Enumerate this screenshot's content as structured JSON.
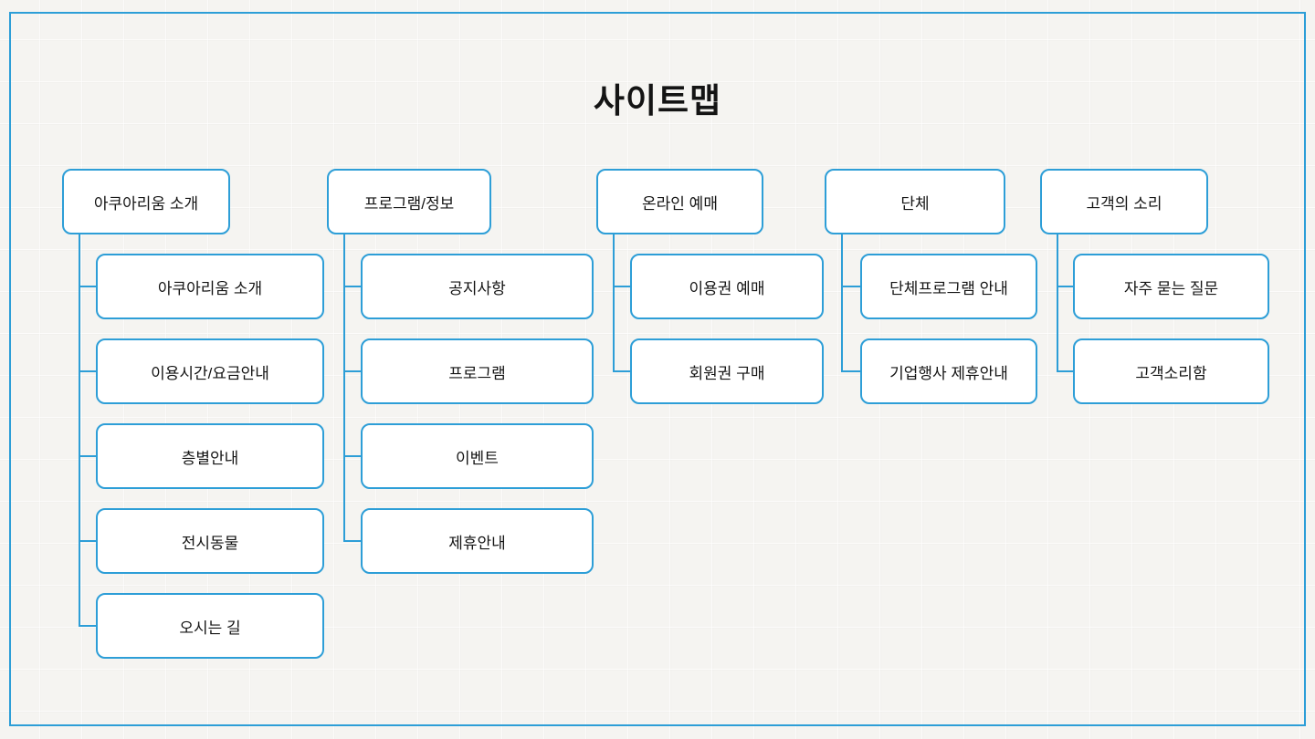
{
  "page": {
    "title": "사이트맵"
  },
  "theme": {
    "accent_blue": "#2d9ed7",
    "canvas_bg": "#f5f4f1",
    "box_bg": "#ffffff",
    "text_color": "#141414"
  },
  "sitemap": {
    "columns": [
      {
        "parent": "아쿠아리움 소개",
        "children": [
          "아쿠아리움 소개",
          "이용시간/요금안내",
          "층별안내",
          "전시동물",
          "오시는 길"
        ]
      },
      {
        "parent": "프로그램/정보",
        "children": [
          "공지사항",
          "프로그램",
          "이벤트",
          "제휴안내"
        ]
      },
      {
        "parent": "온라인 예매",
        "children": [
          "이용권 예매",
          "회원권 구매"
        ]
      },
      {
        "parent": "단체",
        "children": [
          "단체프로그램 안내",
          "기업행사 제휴안내"
        ]
      },
      {
        "parent": "고객의 소리",
        "children": [
          "자주 묻는 질문",
          "고객소리함"
        ]
      }
    ]
  }
}
